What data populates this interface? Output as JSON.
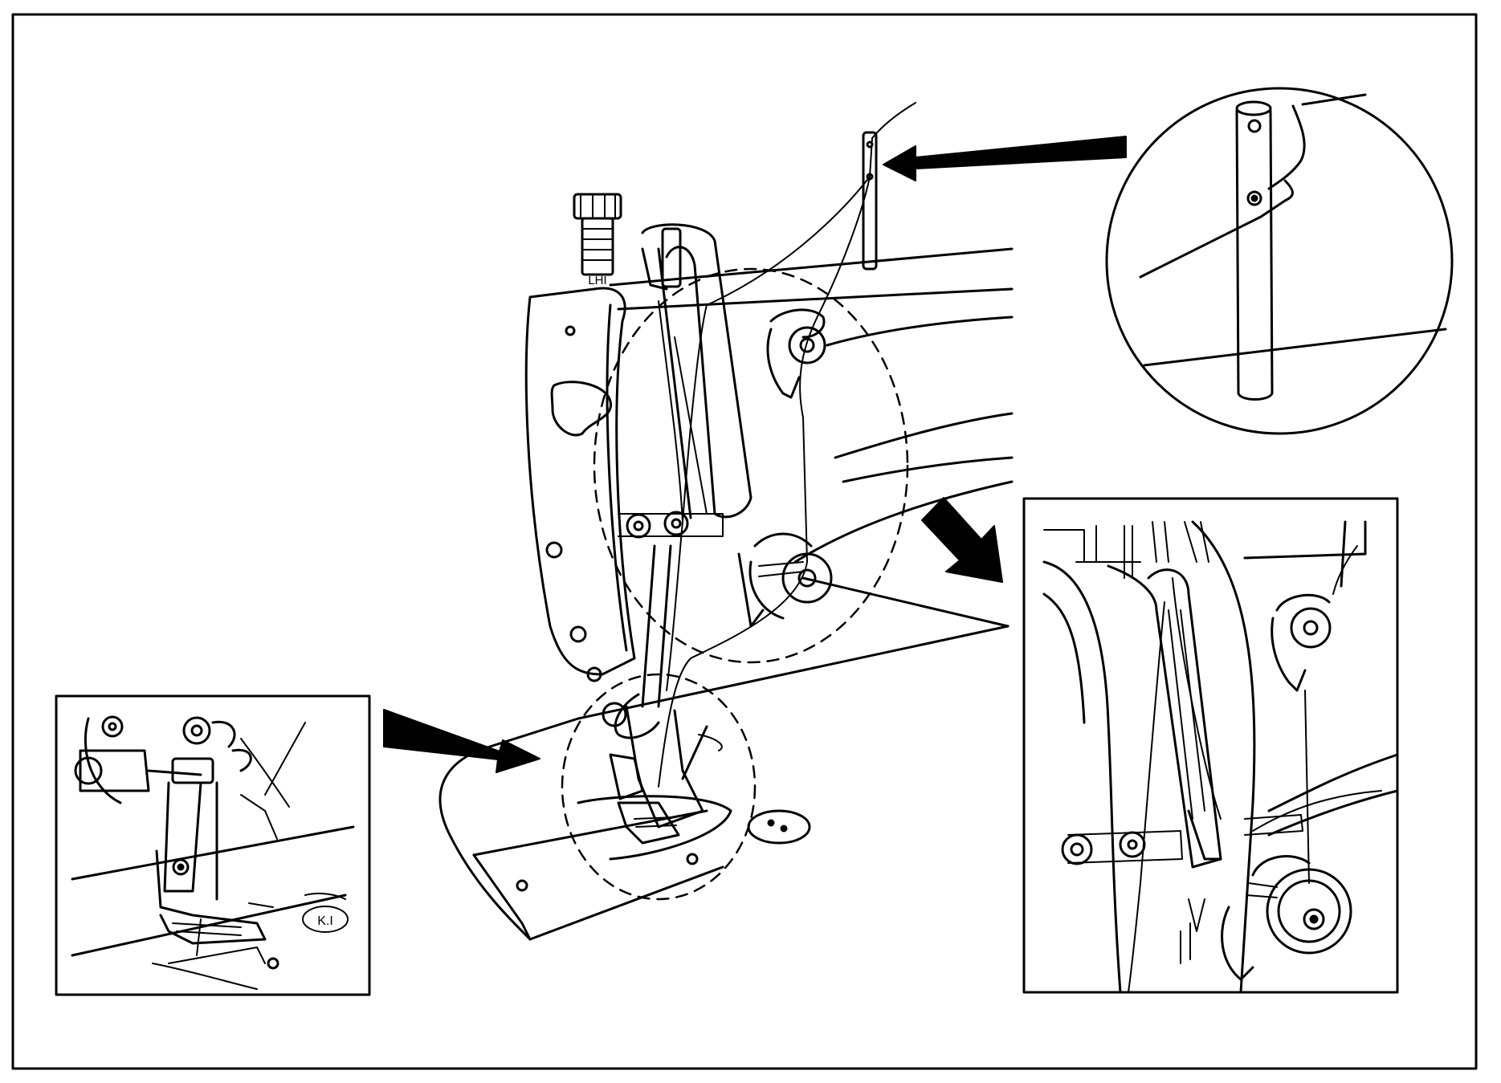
{
  "figure": {
    "kind": "technical-line-drawing",
    "subject": "sewing-machine-upper-thread-path",
    "line_color": "#000000",
    "background_color": "#ffffff",
    "arrow_color": "#000000",
    "callouts": [
      {
        "name": "thread-guide-pin-detail",
        "shape": "circle",
        "points_to": "thread-guide-pin"
      },
      {
        "name": "tension-area-detail",
        "shape": "rectangle",
        "points_to": "tension-area"
      },
      {
        "name": "needle-area-detail",
        "shape": "rectangle",
        "points_to": "needle-area"
      }
    ],
    "marks": [
      {
        "name": "machine-head-mark",
        "text": "LHI"
      },
      {
        "name": "needle-plate-mark",
        "text": "K.I"
      }
    ]
  }
}
